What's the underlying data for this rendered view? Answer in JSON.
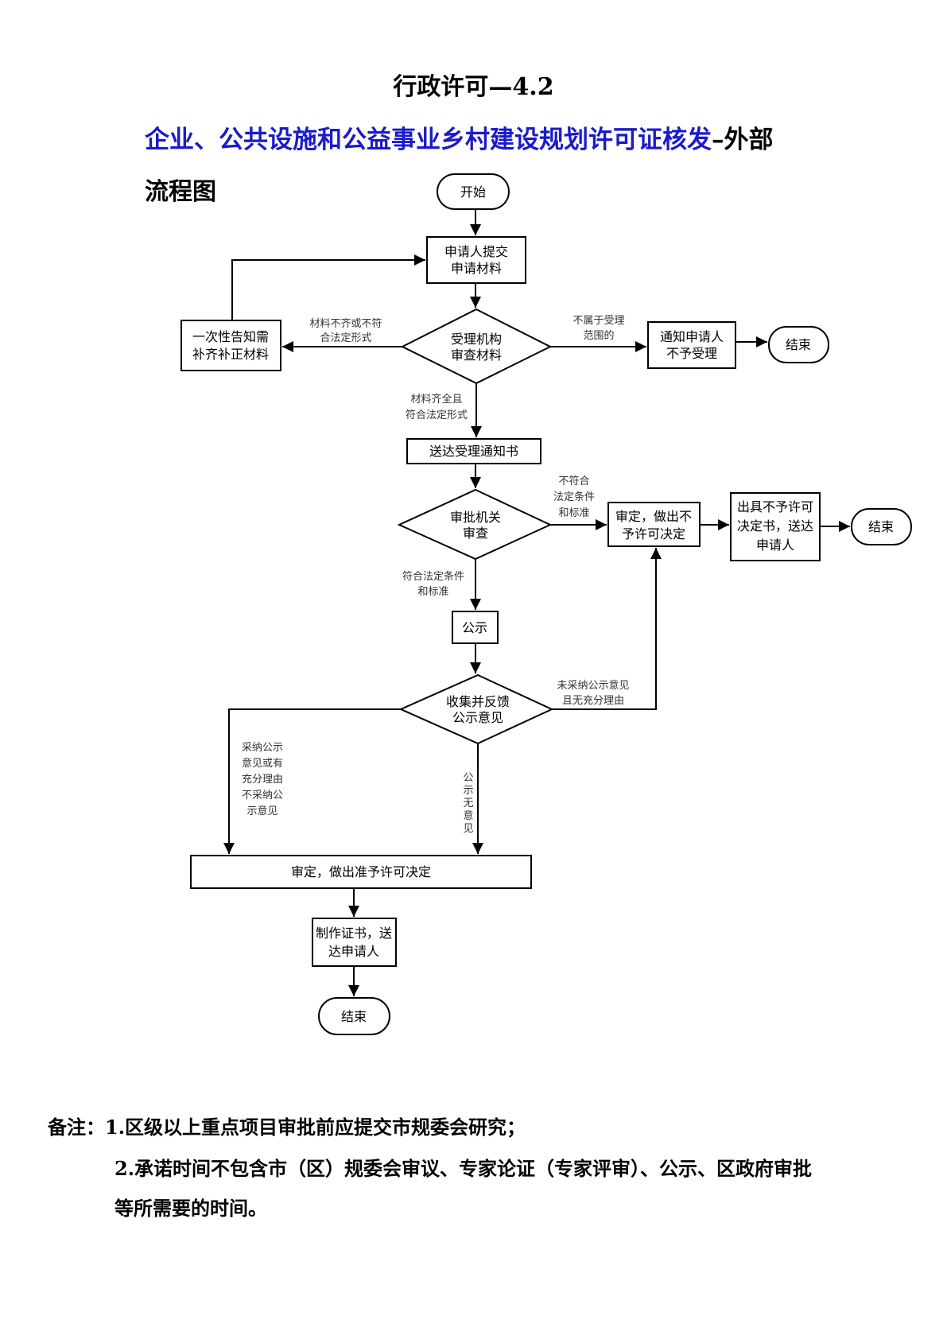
{
  "header": {
    "title": "行政许可—4.2",
    "main_title_blue": "企业、公共设施和公益事业乡村建设规划许可证核发",
    "main_title_black": "–外部",
    "sub_title": "流程图"
  },
  "nodes": {
    "start": "开始",
    "submit": [
      "申请人提交",
      "申请材料"
    ],
    "accept_review": [
      "受理机构",
      "审查材料"
    ],
    "notify_supplement": [
      "一次性告知需",
      "补齐补正材料"
    ],
    "notify_reject": [
      "通知申请人",
      "不予受理"
    ],
    "end_1": "结束",
    "deliver_notice": "送达受理通知书",
    "approval_review": [
      "审批机关",
      "审查"
    ],
    "decide_deny": [
      "审定，做出不",
      "予许可决定"
    ],
    "issue_deny": [
      "出具不予许可",
      "决定书，送达",
      "申请人"
    ],
    "end_2": "结束",
    "publicity": "公示",
    "collect_feedback": [
      "收集并反馈",
      "公示意见"
    ],
    "decide_grant": "审定，做出准予许可决定",
    "make_license": [
      "制作证书，送",
      "达申请人"
    ],
    "end_3": "结束"
  },
  "edges": {
    "incomplete": [
      "材料不齐或不符",
      "合法定形式"
    ],
    "out_of_scope": [
      "不属于受理",
      "范围的"
    ],
    "complete": [
      "材料齐全且",
      "符合法定形式"
    ],
    "not_compliant": [
      "不符合",
      "法定条件",
      "和标准"
    ],
    "compliant": [
      "符合法定条件",
      "和标准"
    ],
    "not_adopted": [
      "未采纳公示意见",
      "且无充分理由"
    ],
    "adopted": [
      "采纳公示",
      "意见或有",
      "充分理由",
      "不采纳公",
      "示意见"
    ],
    "no_objection": [
      "公",
      "示",
      "无",
      "意",
      "见"
    ]
  },
  "notes": {
    "label": "备注：",
    "item_1": "1.区级以上重点项目审批前应提交市规委会研究；",
    "item_2_line_1": "2.承诺时间不包含市（区）规委会审议、专家论证（专家评审）、公示、区政府审批",
    "item_2_line_2": "等所需要的时间。"
  }
}
